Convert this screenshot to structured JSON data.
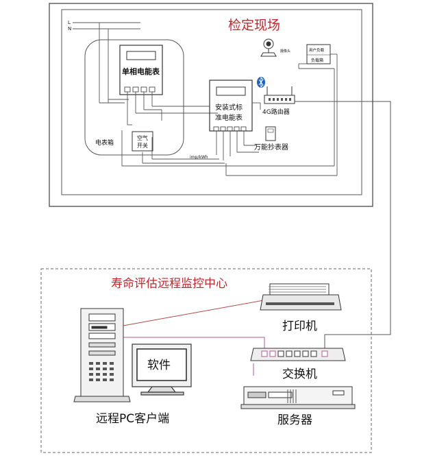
{
  "site": {
    "title": "检定现场",
    "line_l": "L",
    "line_n": "N",
    "single_phase_meter": "单相电能表",
    "installed_meter_line1": "安装式标",
    "installed_meter_line2": "准电能表",
    "meter_box": "电表箱",
    "air_switch_line1": "空气",
    "air_switch_line2": "开关",
    "pulse_unit": "imp/kWh",
    "camera": "摄像头",
    "user_load_line1": "用户负载",
    "user_load_line2": "负载箱",
    "router": "4G路由器",
    "universal_reader": "万能抄表器"
  },
  "center": {
    "title": "寿命评估远程监控中心",
    "printer": "打印机",
    "switch": "交换机",
    "server": "服务器",
    "remote_pc": "远程PC客户端",
    "software": "软件"
  },
  "colors": {
    "title_red": "#c8242b",
    "line_gray": "#555555",
    "line_pink": "#b05a9a",
    "line_red": "#b04a4a"
  }
}
